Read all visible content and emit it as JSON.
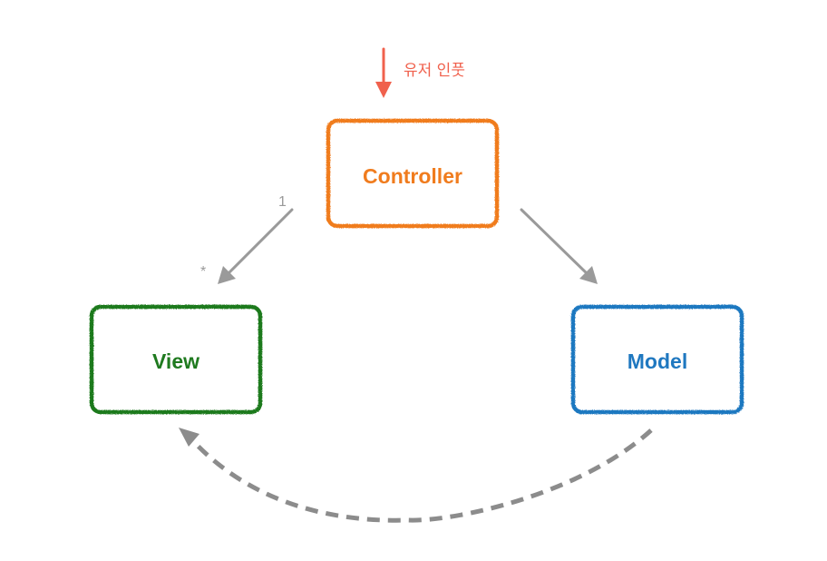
{
  "nodes": {
    "controller": {
      "label": "Controller",
      "color": "#f07c1e"
    },
    "view": {
      "label": "View",
      "color": "#1f7a1f"
    },
    "model": {
      "label": "Model",
      "color": "#1f78c0"
    }
  },
  "user_input": {
    "label": "유저 인풋",
    "color": "#f0614d"
  },
  "multiplicity": {
    "controller_end": "1",
    "view_end": "*"
  },
  "edges": [
    {
      "from": "user_input",
      "to": "controller",
      "style": "solid",
      "color": "#f0614d"
    },
    {
      "from": "controller",
      "to": "view",
      "style": "solid",
      "color": "#9a9a9a"
    },
    {
      "from": "controller",
      "to": "model",
      "style": "solid",
      "color": "#9a9a9a"
    },
    {
      "from": "model",
      "to": "view",
      "style": "dashed",
      "color": "#8c8c8c"
    }
  ]
}
